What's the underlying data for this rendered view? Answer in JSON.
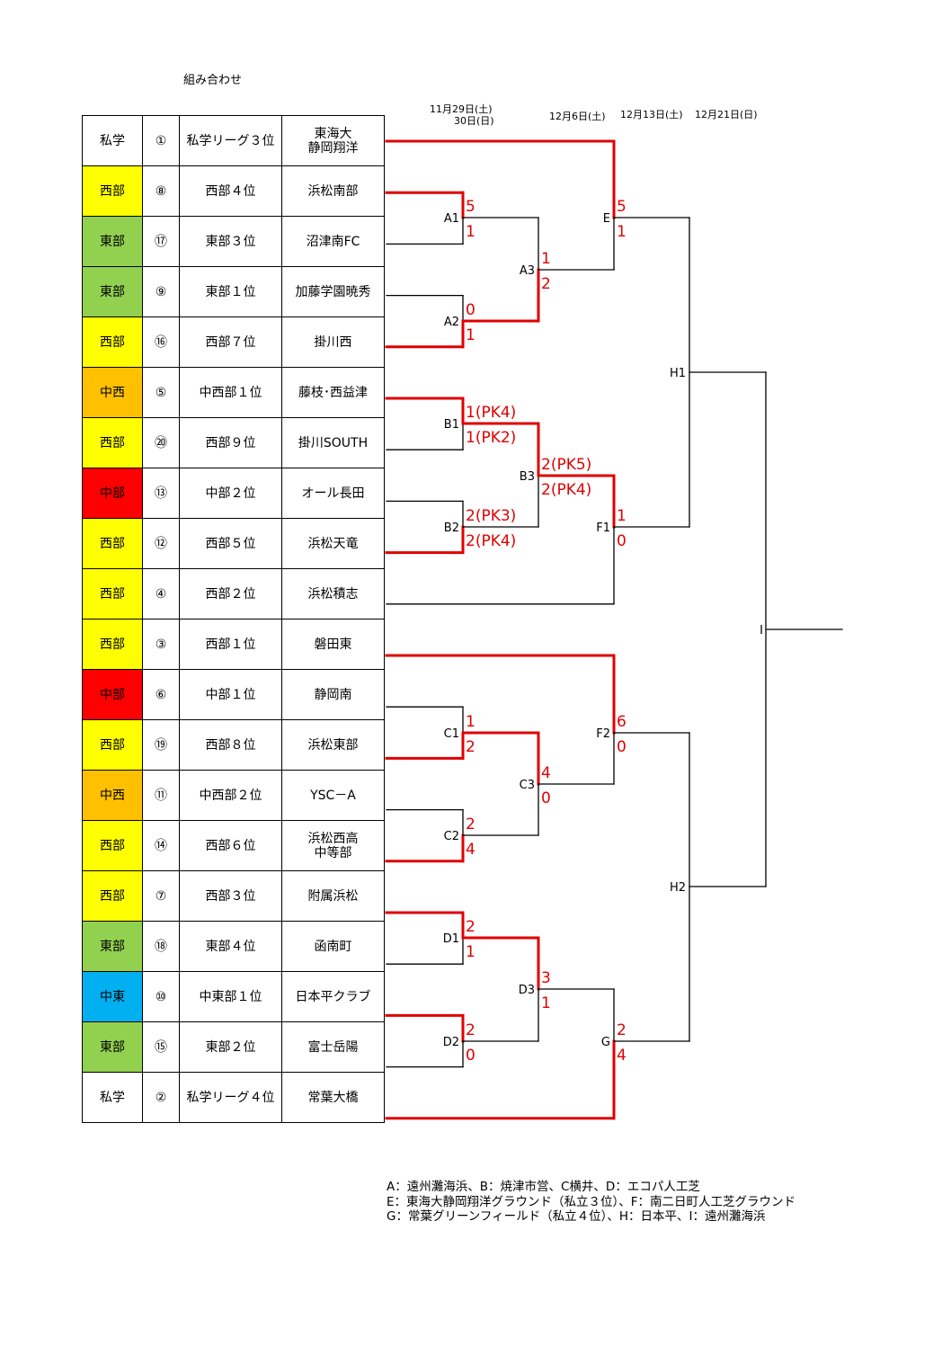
{
  "title": "組み合わせ",
  "dates": {
    "r1_line1": "11月29日(土)",
    "r1_line2": "30日(日)",
    "r2": "12月6日(土)",
    "r3": "12月13日(土)",
    "r4": "12月21日(日)"
  },
  "colors": {
    "private": "#ffffff",
    "west": "#ffff00",
    "east": "#92d050",
    "central_west": "#ffc000",
    "central": "#ff0000",
    "central_east": "#00b0f0",
    "winner_line": "#e00000",
    "line": "#000000"
  },
  "teams": [
    {
      "region": "私学",
      "region_color": "#ffffff",
      "num": "①",
      "rank": "私学リーグ３位",
      "team": "東海大\n静岡翔洋"
    },
    {
      "region": "西部",
      "region_color": "#ffff00",
      "num": "⑧",
      "rank": "西部４位",
      "team": "浜松南部"
    },
    {
      "region": "東部",
      "region_color": "#92d050",
      "num": "⑰",
      "rank": "東部３位",
      "team": "沼津南FC"
    },
    {
      "region": "東部",
      "region_color": "#92d050",
      "num": "⑨",
      "rank": "東部１位",
      "team": "加藤学園暁秀"
    },
    {
      "region": "西部",
      "region_color": "#ffff00",
      "num": "⑯",
      "rank": "西部７位",
      "team": "掛川西"
    },
    {
      "region": "中西",
      "region_color": "#ffc000",
      "num": "⑤",
      "rank": "中西部１位",
      "team": "藤枝･西益津"
    },
    {
      "region": "西部",
      "region_color": "#ffff00",
      "num": "⑳",
      "rank": "西部９位",
      "team": "掛川SOUTH"
    },
    {
      "region": "中部",
      "region_color": "#ff0000",
      "num": "⑬",
      "rank": "中部２位",
      "team": "オール長田"
    },
    {
      "region": "西部",
      "region_color": "#ffff00",
      "num": "⑫",
      "rank": "西部５位",
      "team": "浜松天竜"
    },
    {
      "region": "西部",
      "region_color": "#ffff00",
      "num": "④",
      "rank": "西部２位",
      "team": "浜松積志"
    },
    {
      "region": "西部",
      "region_color": "#ffff00",
      "num": "③",
      "rank": "西部１位",
      "team": "磐田東"
    },
    {
      "region": "中部",
      "region_color": "#ff0000",
      "num": "⑥",
      "rank": "中部１位",
      "team": "静岡南"
    },
    {
      "region": "西部",
      "region_color": "#ffff00",
      "num": "⑲",
      "rank": "西部８位",
      "team": "浜松東部"
    },
    {
      "region": "中西",
      "region_color": "#ffc000",
      "num": "⑪",
      "rank": "中西部２位",
      "team": "YSC－A"
    },
    {
      "region": "西部",
      "region_color": "#ffff00",
      "num": "⑭",
      "rank": "西部６位",
      "team": "浜松西高\n中等部"
    },
    {
      "region": "西部",
      "region_color": "#ffff00",
      "num": "⑦",
      "rank": "西部３位",
      "team": "附属浜松"
    },
    {
      "region": "東部",
      "region_color": "#92d050",
      "num": "⑱",
      "rank": "東部４位",
      "team": "函南町"
    },
    {
      "region": "中東",
      "region_color": "#00b0f0",
      "num": "⑩",
      "rank": "中東部１位",
      "team": "日本平クラブ"
    },
    {
      "region": "東部",
      "region_color": "#92d050",
      "num": "⑮",
      "rank": "東部２位",
      "team": "富士岳陽"
    },
    {
      "region": "私学",
      "region_color": "#ffffff",
      "num": "②",
      "rank": "私学リーグ４位",
      "team": "常葉大橋"
    }
  ],
  "matches": [
    {
      "label": "A1",
      "score_top": "5",
      "score_bottom": "1"
    },
    {
      "label": "A2",
      "score_top": "0",
      "score_bottom": "1"
    },
    {
      "label": "B1",
      "score_top": "1(PK4)",
      "score_bottom": "1(PK2)"
    },
    {
      "label": "B2",
      "score_top": "2(PK3)",
      "score_bottom": "2(PK4)"
    },
    {
      "label": "C1",
      "score_top": "1",
      "score_bottom": "2"
    },
    {
      "label": "C2",
      "score_top": "2",
      "score_bottom": "4"
    },
    {
      "label": "D1",
      "score_top": "2",
      "score_bottom": "1"
    },
    {
      "label": "D2",
      "score_top": "2",
      "score_bottom": "0"
    },
    {
      "label": "A3",
      "score_top": "1",
      "score_bottom": "2"
    },
    {
      "label": "B3",
      "score_top": "2(PK5)",
      "score_bottom": "2(PK4)"
    },
    {
      "label": "C3",
      "score_top": "4",
      "score_bottom": "0"
    },
    {
      "label": "D3",
      "score_top": "3",
      "score_bottom": "1"
    },
    {
      "label": "E",
      "score_top": "5",
      "score_bottom": "1"
    },
    {
      "label": "F1",
      "score_top": "1",
      "score_bottom": "0"
    },
    {
      "label": "F2",
      "score_top": "6",
      "score_bottom": "0"
    },
    {
      "label": "G",
      "score_top": "2",
      "score_bottom": "4"
    },
    {
      "label": "H1",
      "score_top": "",
      "score_bottom": ""
    },
    {
      "label": "H2",
      "score_top": "",
      "score_bottom": ""
    },
    {
      "label": "I",
      "score_top": "",
      "score_bottom": ""
    }
  ],
  "notes": [
    "A：遠州灘海浜、B：焼津市営、C横井、D：エコパ人工芝",
    "E：東海大静岡翔洋グラウンド（私立３位）、F：南二日町人工芝グラウンド",
    "G：常葉グリーンフィールド（私立４位）、H：日本平、I：遠州灘海浜"
  ]
}
